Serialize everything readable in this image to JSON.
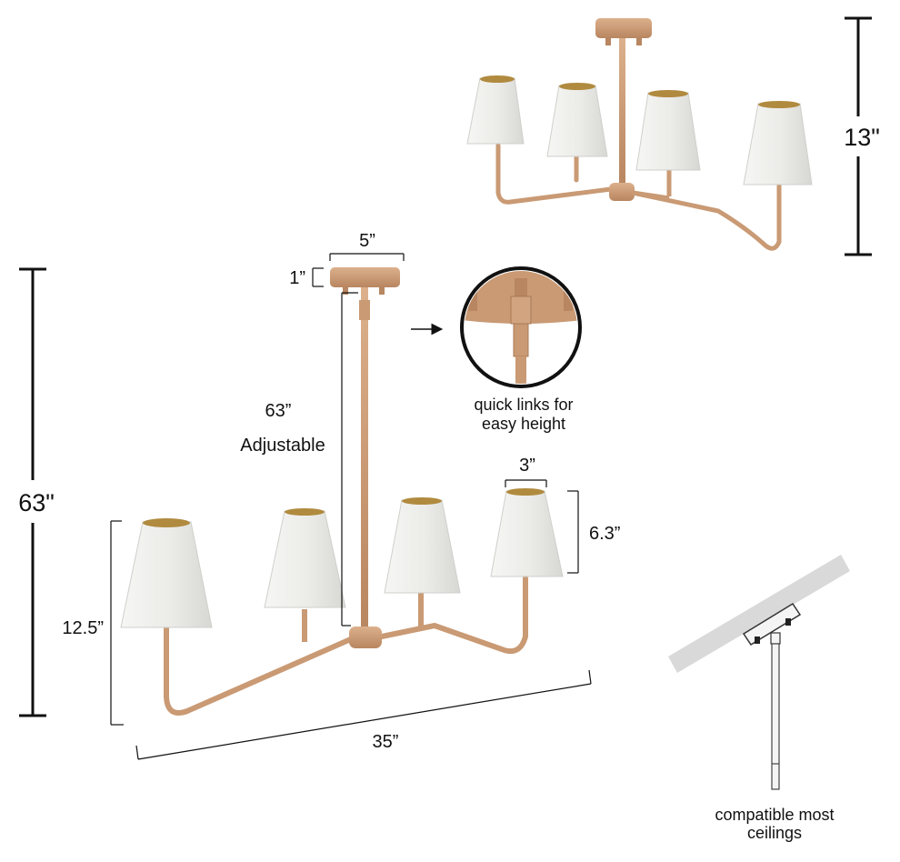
{
  "labels": {
    "height_total": "63\"",
    "height_flush": "13\"",
    "canopy_width": "5”",
    "canopy_height": "1”",
    "rod_length": "63”",
    "rod_adjustable": "Adjustable",
    "shade_width": "3”",
    "shade_height": "6.3”",
    "fixture_height": "12.5”",
    "fixture_width": "35”",
    "quick_links_line1": "quick links for",
    "quick_links_line2": "easy height",
    "ceiling_line1": "compatible most",
    "ceiling_line2": "ceilings"
  },
  "colors": {
    "brass": "#c99a74",
    "brass_dark": "#a87a56",
    "shade": "#ececea",
    "shade_edge": "#cfcfcc",
    "shade_inner": "#b08a3e",
    "ink": "#111111",
    "ceiling": "#d9d9d9"
  }
}
